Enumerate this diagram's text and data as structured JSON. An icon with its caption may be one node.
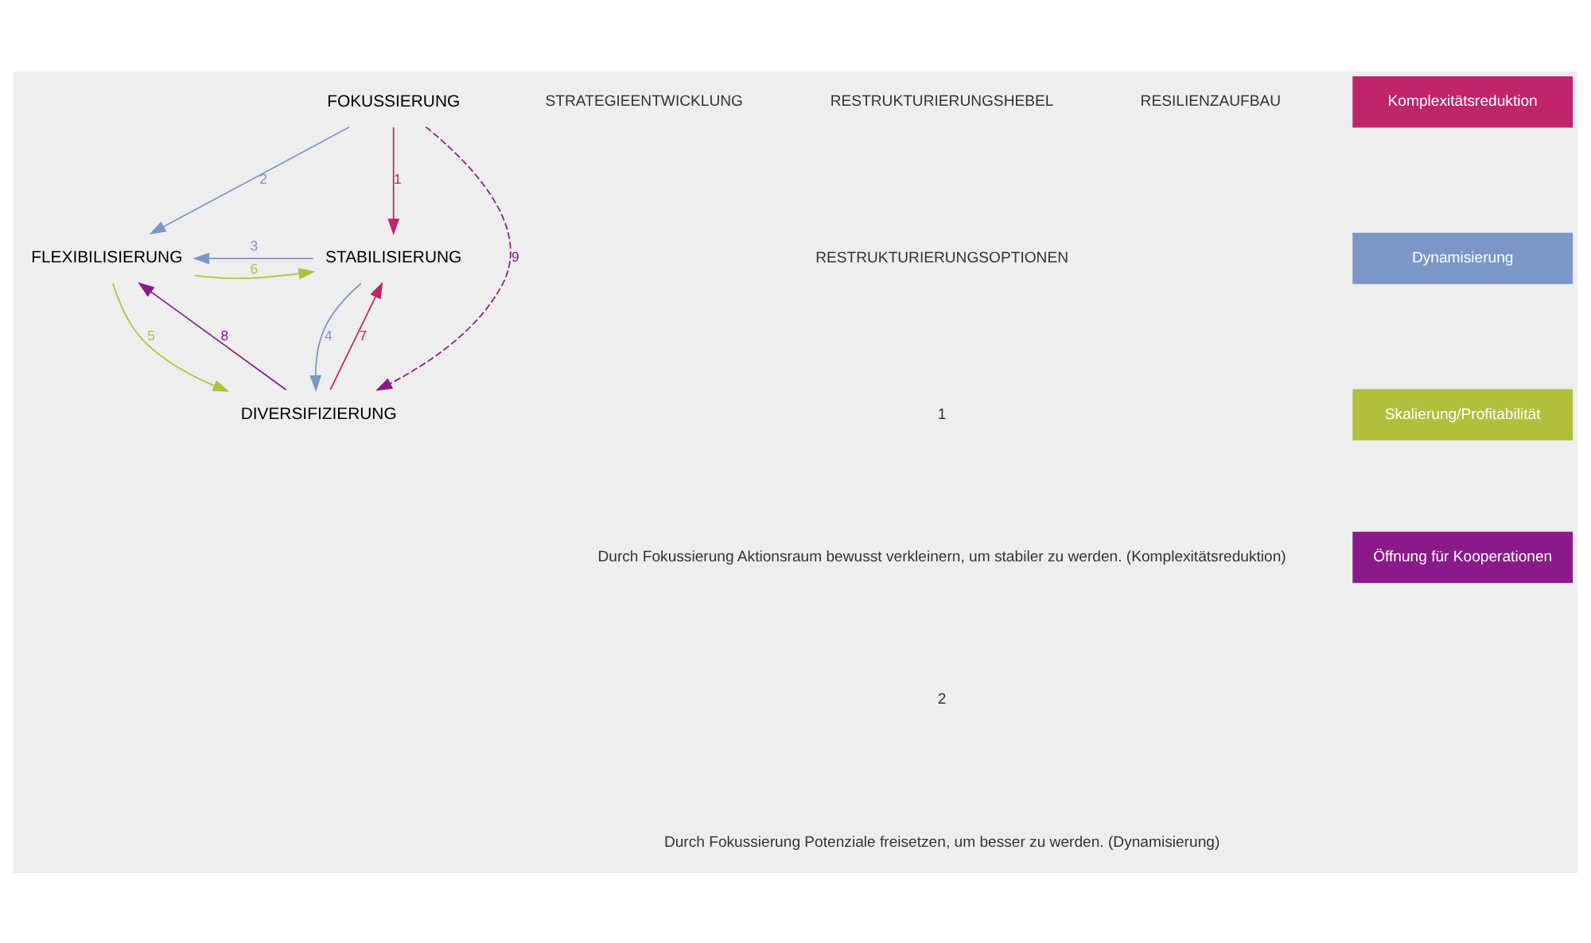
{
  "diagram": {
    "nodes": [
      {
        "text": [
          "FOKUSSIERUNG"
        ]
      },
      {
        "text": [
          "FLEXIBILISIERUNG"
        ]
      },
      {
        "text": [
          "STABILISIERUNG"
        ]
      },
      {
        "text": [
          "DIVERSIFIZIERUNG"
        ]
      }
    ],
    "edges": [
      {
        "from": 0,
        "to": 2,
        "arrow": "to",
        "label": "1",
        "color": "#c0246b"
      },
      {
        "from": 0,
        "to": 1,
        "arrow": "to",
        "label": "2",
        "color": "#7c96c8"
      },
      {
        "from": 2,
        "to": 1,
        "arrow": "to",
        "label": "3",
        "color": "#7c96c8"
      },
      {
        "from": 2,
        "to": 3,
        "arrow": "to",
        "label": "4",
        "color": "#7c96c8"
      },
      {
        "from": 1,
        "to": 3,
        "arrow": "to",
        "label": "5",
        "color": "#b0c03c"
      },
      {
        "from": 1,
        "to": 2,
        "arrow": "to",
        "label": "6",
        "color": "#b0c03c"
      },
      {
        "from": 3,
        "to": 2,
        "arrow": "to",
        "label": "7",
        "color": "#c0246b"
      },
      {
        "from": 3,
        "to": 1,
        "arrow": "to",
        "label": "8",
        "color": "#8a1a8a"
      },
      {
        "from": 0,
        "to": 3,
        "arrow": "to",
        "label": "9",
        "color": "#8a1a8a",
        "style": "dashed"
      }
    ],
    "labels": [
      "STRATEGIEENTWICKLUNG",
      "RESTRUKTURIERUNGSHEBEL",
      "RESTRUKTURIERUNGSOPTIONEN",
      "1",
      "Durch Fokussierung Aktionsraum bewusst verkleinern, um stabiler zu werden. (Komplexitätsreduktion)",
      "2",
      "Durch Fokussierung Potenziale freisetzen, um besser zu werden. (Dynamisierung)",
      "RESILIENZAUFBAU"
    ],
    "legend": [
      {
        "text": "Komplexitätsreduktion",
        "color": "#c0246b"
      },
      {
        "text": "Dynamisierung",
        "color": "#7c96c8"
      },
      {
        "text": "Skalierung/Profitabilität",
        "color": "#b0c03c"
      },
      {
        "text": "Öffnung für Kooperationen",
        "color": "#8a1a8a"
      }
    ]
  }
}
